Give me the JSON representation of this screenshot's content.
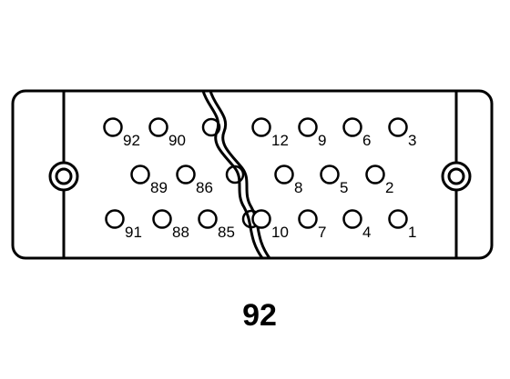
{
  "diagram": {
    "caption": "92",
    "line_color": "#000000",
    "background": "#ffffff",
    "pins_right": {
      "row1": [
        "12",
        "9",
        "6",
        "3"
      ],
      "row2": [
        "8",
        "5",
        "2"
      ],
      "row3": [
        "10",
        "7",
        "4",
        "1"
      ]
    },
    "pins_left": {
      "row1": [
        "92",
        "90"
      ],
      "row2": [
        "89",
        "86"
      ],
      "row3": [
        "91",
        "88",
        "85"
      ]
    },
    "mounting_holes": [
      "left-mounting-hole",
      "right-mounting-hole"
    ]
  }
}
